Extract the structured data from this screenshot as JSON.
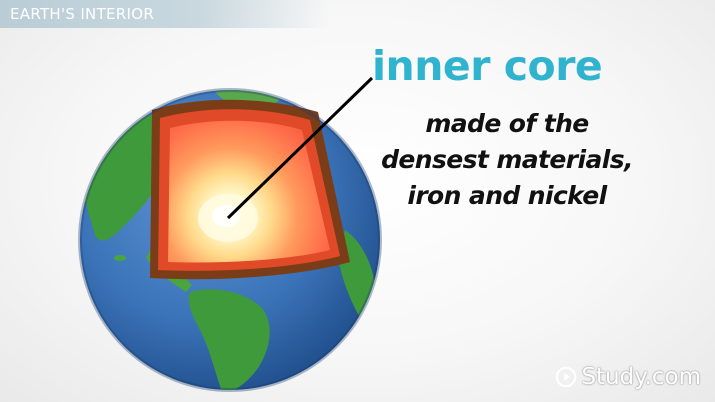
{
  "header": {
    "title": "EARTH'S INTERIOR"
  },
  "callout": {
    "term": "inner core",
    "description": "made of the densest materials, iron and nickel"
  },
  "branding": {
    "logo_text": "Study.com",
    "icon": "play-circle-icon"
  },
  "colors": {
    "term": "#2fb3cf",
    "ocean": "#3b73b8",
    "land": "#3f9a3b",
    "crust": "#7a3d18",
    "mantle": "#e04a28",
    "outer_core": "#ff8a55",
    "inner_core": "#fffbe0"
  }
}
